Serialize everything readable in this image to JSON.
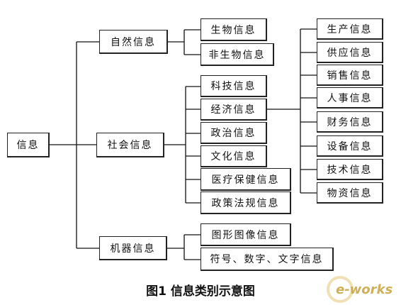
{
  "diagram": {
    "caption": "图1 信息类别示意图",
    "nodes": {
      "root": "信息",
      "natural": "自然信息",
      "social": "社会信息",
      "machine": "机器信息",
      "bio": "生物信息",
      "nonbio": "非生物信息",
      "tech": "科技信息",
      "econ": "经济信息",
      "politics": "政治信息",
      "culture": "文化信息",
      "medical": "医疗保健信息",
      "policy": "政策法规信息",
      "graphics": "图形图像信息",
      "symbols": "符号、数字、文字信息",
      "production": "生产信息",
      "supply": "供应信息",
      "sales": "销售信息",
      "personnel": "人事信息",
      "finance": "财务信息",
      "equipment": "设备信息",
      "techinfo": "技术信息",
      "materials": "物资信息"
    },
    "watermark": {
      "text": "e-works",
      "color": "#c9a23a"
    }
  }
}
